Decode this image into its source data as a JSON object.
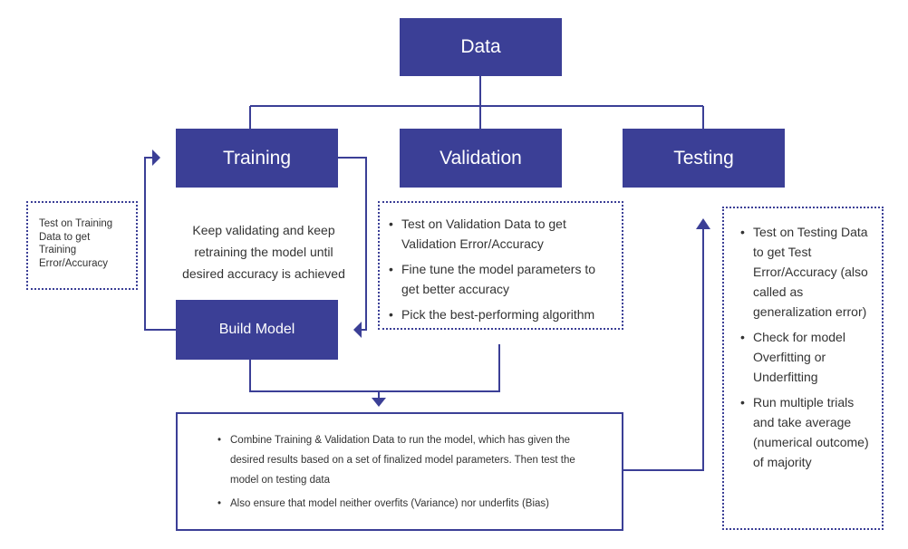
{
  "colors": {
    "box": "#3b3f96",
    "line": "#3b3f96",
    "text": "#333333"
  },
  "boxes": {
    "data": "Data",
    "training": "Training",
    "validation": "Validation",
    "testing": "Testing",
    "build_model": "Build Model"
  },
  "training_note": "Test on Training Data to get Training Error/Accuracy",
  "loop_text": "Keep validating and keep retraining the model until desired accuracy is achieved",
  "validation_note": [
    "Test on Validation Data to get Validation Error/Accuracy",
    "Fine tune the model parameters to get better accuracy",
    "Pick the best-performing algorithm"
  ],
  "testing_note": [
    "Test on Testing Data to get Test Error/Accuracy (also called as generalization error)",
    "Check for model Overfitting or Underfitting",
    "Run multiple trials and take average (numerical outcome) of majority"
  ],
  "combine_note": [
    "Combine Training & Validation Data to run the model, which has given the desired results based on a set of finalized model parameters. Then test the model on testing data",
    "Also ensure that model neither overfits (Variance) nor underfits (Bias)"
  ]
}
